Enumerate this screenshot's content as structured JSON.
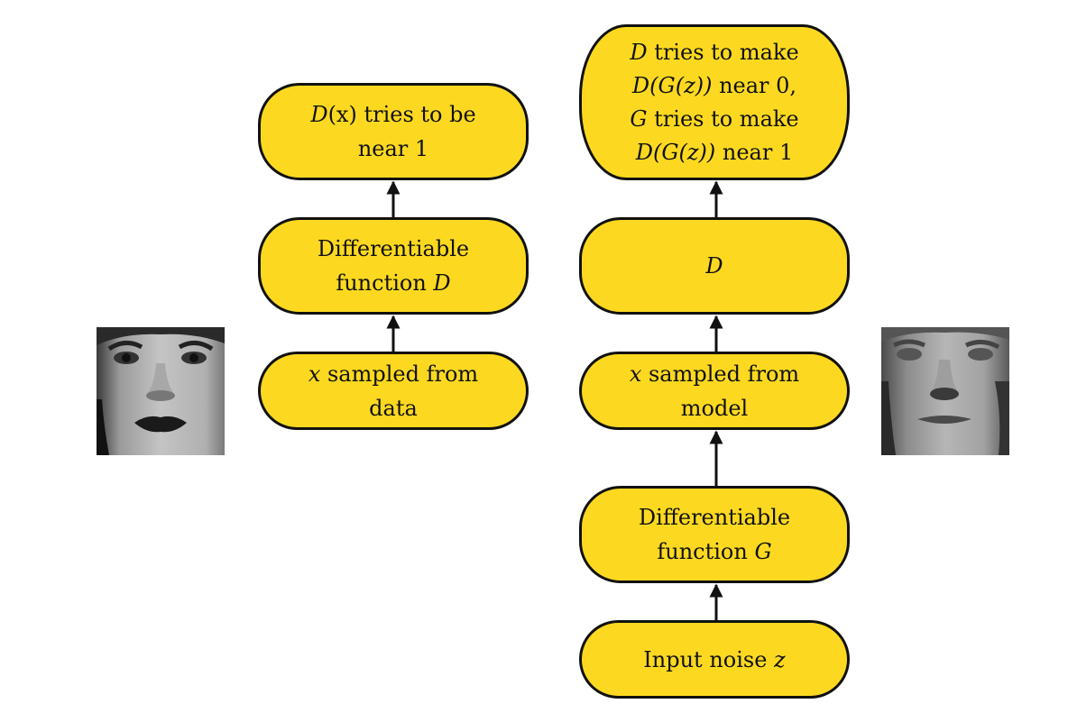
{
  "left_column": {
    "output_box": {
      "line1": {
        "italic": "D",
        "rest": "(x) tries to be"
      },
      "line2": "near 1"
    },
    "discriminator_box": {
      "line1": "Differentiable",
      "line2": {
        "text": "function ",
        "italic": "D"
      }
    },
    "data_box": {
      "line1": {
        "italic": "x",
        "rest": " sampled from"
      },
      "line2": "data"
    }
  },
  "right_column": {
    "objective_box": {
      "line1": {
        "italic": "D",
        "rest": " tries to make"
      },
      "line2": {
        "italic": "D(G(z))",
        "rest": " near 0,"
      },
      "line3": {
        "italic": "G",
        "rest": " tries to make"
      },
      "line4": {
        "italic": "D(G(z))",
        "rest": " near 1"
      }
    },
    "discriminator_box": {
      "italic": "D"
    },
    "model_box": {
      "line1": {
        "italic": "x",
        "rest": " sampled from"
      },
      "line2": "model"
    },
    "generator_box": {
      "line1": "Differentiable",
      "line2": {
        "text": "function ",
        "italic": "G"
      }
    },
    "noise_box": {
      "text": "Input noise ",
      "italic": "z"
    }
  },
  "colors": {
    "box_fill": "#fcd920",
    "stroke": "#111111"
  },
  "images": {
    "left": "real-face-image",
    "right": "generated-face-image"
  }
}
